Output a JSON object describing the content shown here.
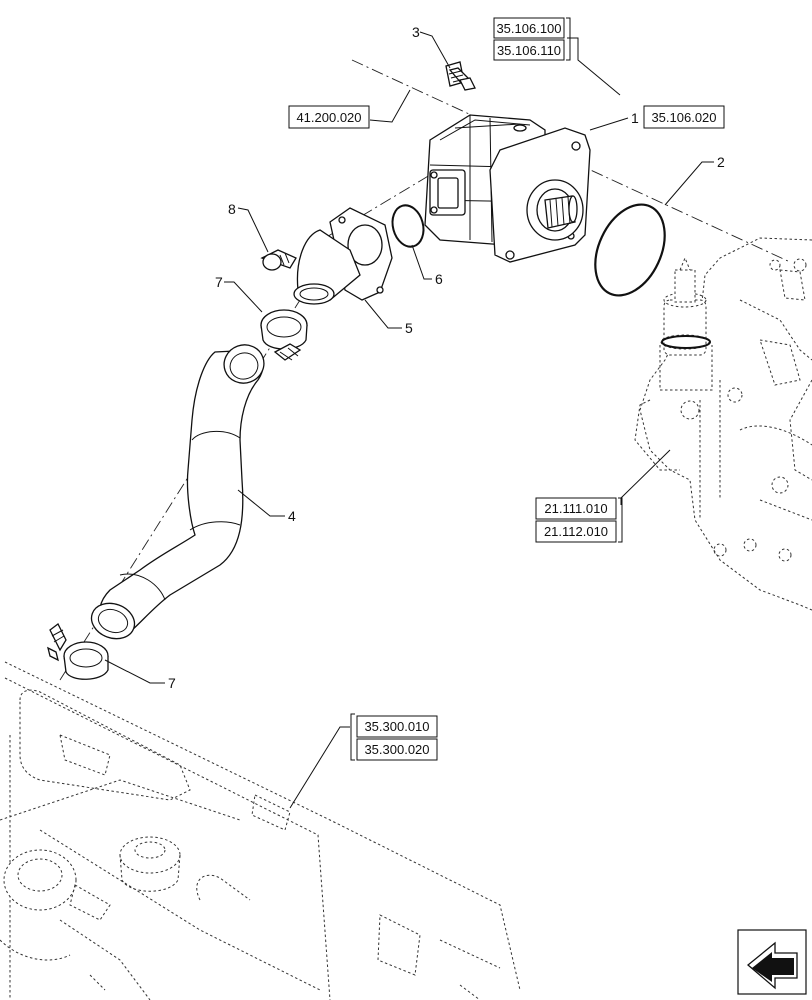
{
  "references": {
    "ref_35_106_100": "35.106.100",
    "ref_35_106_110": "35.106.110",
    "ref_41_200_020": "41.200.020",
    "ref_35_106_020": "35.106.020",
    "ref_21_111_010": "21.111.010",
    "ref_21_112_010": "21.112.010",
    "ref_35_300_010": "35.300.010",
    "ref_35_300_020": "35.300.020"
  },
  "callouts": {
    "c1": "1",
    "c2": "2",
    "c3": "3",
    "c4": "4",
    "c5": "5",
    "c6": "6",
    "c7_top": "7",
    "c7_bottom": "7",
    "c8": "8"
  },
  "icons": {
    "nav": "arrow-navigation-icon"
  }
}
